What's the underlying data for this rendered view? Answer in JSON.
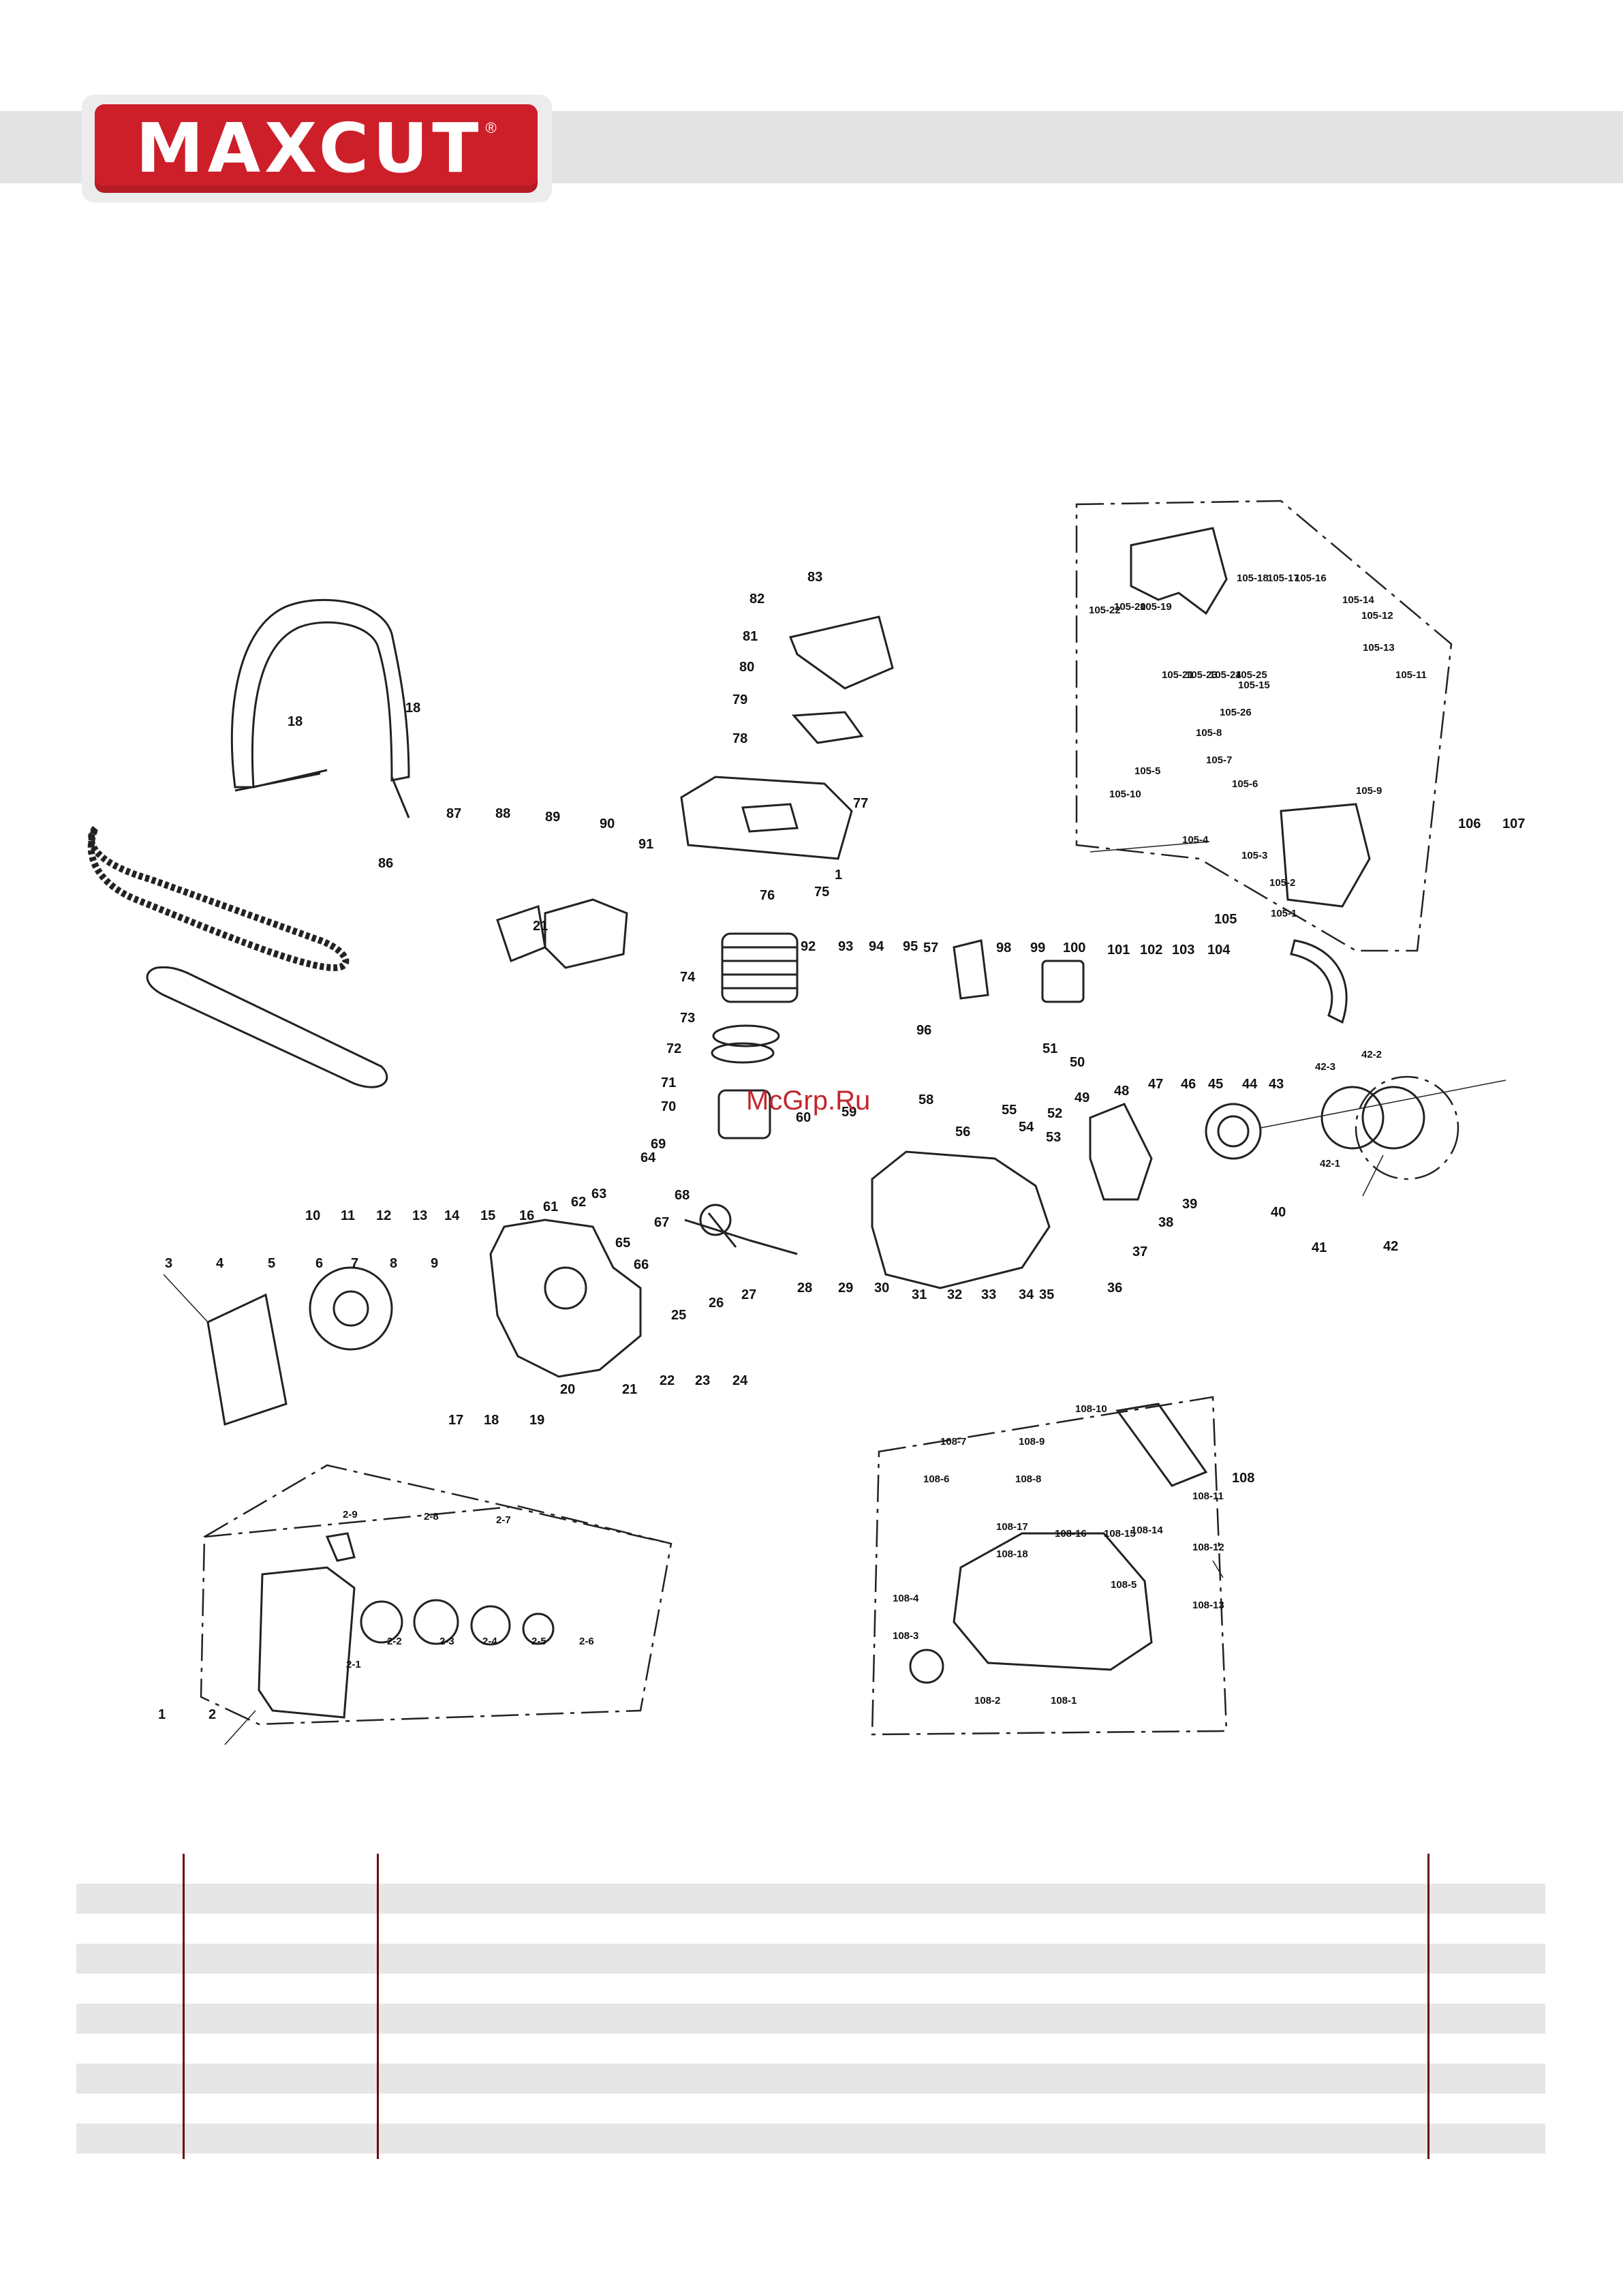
{
  "brand": {
    "name": "MAXCUT",
    "reg_mark": "®",
    "color": "#cd1f2a"
  },
  "watermark": "McGrp.Ru",
  "diagram": {
    "callouts": [
      "1",
      "2",
      "3",
      "4",
      "5",
      "6",
      "7",
      "8",
      "9",
      "10",
      "11",
      "12",
      "13",
      "14",
      "15",
      "16",
      "17",
      "18",
      "19",
      "20",
      "21",
      "22",
      "23",
      "24",
      "25",
      "26",
      "27",
      "28",
      "29",
      "30",
      "31",
      "32",
      "33",
      "34",
      "35",
      "36",
      "37",
      "38",
      "39",
      "40",
      "41",
      "42",
      "43",
      "44",
      "45",
      "46",
      "47",
      "48",
      "49",
      "50",
      "51",
      "52",
      "53",
      "54",
      "55",
      "56",
      "57",
      "58",
      "59",
      "60",
      "61",
      "62",
      "63",
      "64",
      "65",
      "66",
      "67",
      "68",
      "69",
      "70",
      "71",
      "72",
      "73",
      "74",
      "75",
      "76",
      "77",
      "78",
      "79",
      "80",
      "81",
      "82",
      "83",
      "86",
      "87",
      "88",
      "89",
      "90",
      "91",
      "92",
      "93",
      "94",
      "95",
      "96",
      "98",
      "99",
      "100",
      "101",
      "102",
      "103",
      "104",
      "105",
      "106",
      "107",
      "108",
      "2-1",
      "2-2",
      "2-3",
      "2-4",
      "2-5",
      "2-6",
      "2-7",
      "2-8",
      "2-9",
      "42-1",
      "42-2",
      "42-3",
      "105-1",
      "105-2",
      "105-3",
      "105-4",
      "105-5",
      "105-6",
      "105-7",
      "105-8",
      "105-9",
      "105-10",
      "105-11",
      "105-12",
      "105-13",
      "105-14",
      "105-15",
      "105-16",
      "105-17",
      "105-18",
      "105-19",
      "105-20",
      "105-21",
      "105-22",
      "105-23",
      "105-24",
      "105-25",
      "105-26",
      "108-1",
      "108-2",
      "108-3",
      "108-4",
      "108-5",
      "108-6",
      "108-7",
      "108-8",
      "108-9",
      "108-10",
      "108-11",
      "108-12",
      "108-13",
      "108-14",
      "108-15",
      "108-16",
      "108-17",
      "108-18"
    ]
  },
  "table": {
    "rows": 10,
    "shaded_rows": [
      1,
      3,
      5,
      7,
      9
    ],
    "rule_color": "#6b0a10",
    "shade_color": "#e6e6e6"
  }
}
